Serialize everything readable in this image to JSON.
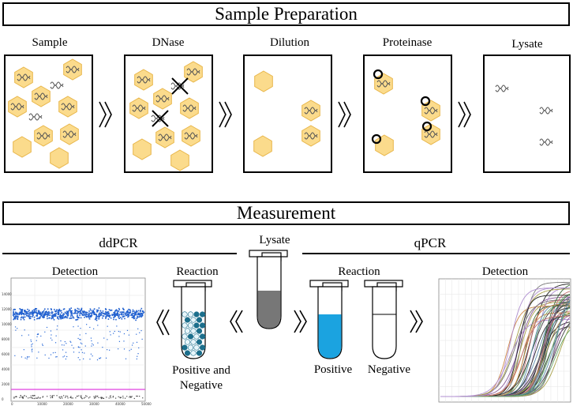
{
  "sample_preparation": {
    "title": "Sample Preparation",
    "stages": [
      {
        "label": "Sample"
      },
      {
        "label": "DNase"
      },
      {
        "label": "Dilution"
      },
      {
        "label": "Proteinase"
      },
      {
        "label": "Lysate"
      }
    ]
  },
  "measurement": {
    "title": "Measurement",
    "lysate_label": "Lysate",
    "ddpcr": {
      "title": "ddPCR",
      "reaction_label": "Reaction",
      "detection_label": "Detection",
      "result_label_line1": "Positive and",
      "result_label_line2": "Negative",
      "plot_y_ticks": [
        "14000",
        "12000",
        "10000",
        "8000",
        "6000",
        "4000",
        "2000",
        "0"
      ],
      "plot_x_ticks": [
        "0",
        "10000",
        "20000",
        "30000",
        "40000",
        "50000"
      ]
    },
    "qpcr": {
      "title": "qPCR",
      "reaction_label": "Reaction",
      "detection_label": "Detection",
      "positive_label": "Positive",
      "negative_label": "Negative"
    }
  },
  "colors": {
    "hexagon_fill": "#fbdb8c",
    "hexagon_stroke": "#e8b64a",
    "positive_blue": "#1ba3e0",
    "droplet_teal": "#1c6f8c",
    "lysate_gray": "#777777",
    "ddpcr_dots": "#1f5fcf",
    "threshold_magenta": "#e040e0"
  }
}
